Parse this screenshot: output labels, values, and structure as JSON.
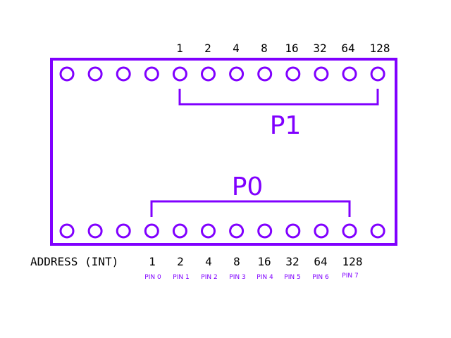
{
  "colors": {
    "accent": "#8000ff",
    "text": "#000000",
    "background": "#ffffff"
  },
  "top_values": [
    "1",
    "2",
    "4",
    "8",
    "16",
    "32",
    "64",
    "128"
  ],
  "bottom": {
    "address_label": "ADDRESS (INT)",
    "values": [
      "1",
      "2",
      "4",
      "8",
      "16",
      "32",
      "64",
      "128"
    ],
    "pins": [
      "PIN 0",
      "PIN 1",
      "PIN 2",
      "PIN 3",
      "PIN 4",
      "PIN 5",
      "PIN 6",
      "PIN 7"
    ]
  },
  "brackets": {
    "p1": "P1",
    "p0": "P0"
  },
  "pads": {
    "top_count": 12,
    "bottom_count": 12
  }
}
